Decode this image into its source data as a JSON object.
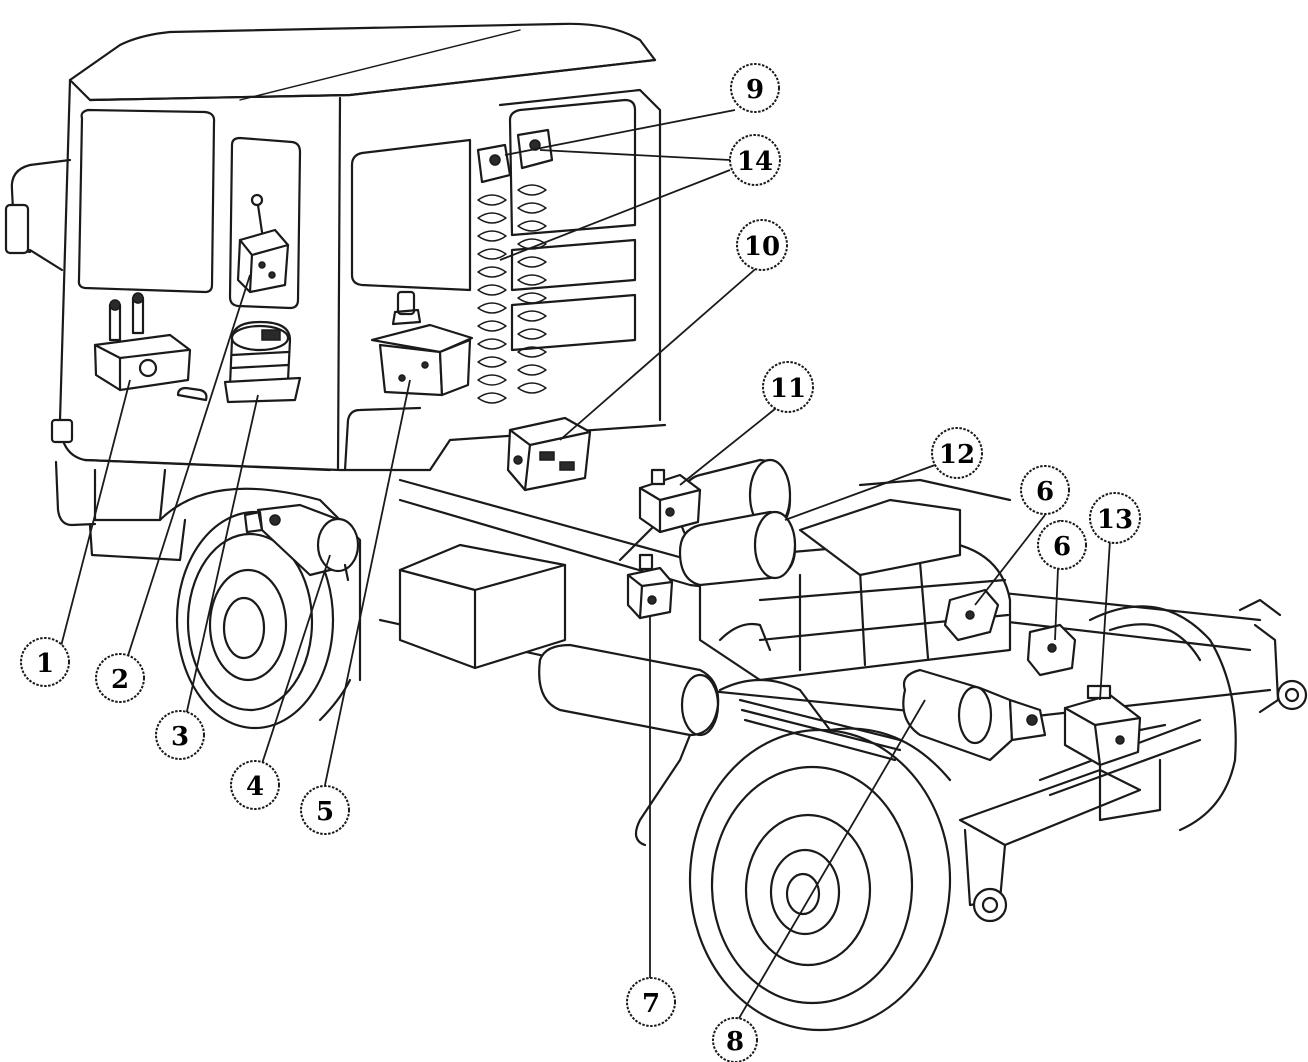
{
  "diagram": {
    "callouts": [
      {
        "id": "c1",
        "label": "1"
      },
      {
        "id": "c2",
        "label": "2"
      },
      {
        "id": "c3",
        "label": "3"
      },
      {
        "id": "c4",
        "label": "4"
      },
      {
        "id": "c5",
        "label": "5"
      },
      {
        "id": "c6",
        "label": "6"
      },
      {
        "id": "c6b",
        "label": "6"
      },
      {
        "id": "c7",
        "label": "7"
      },
      {
        "id": "c8",
        "label": "8"
      },
      {
        "id": "c9",
        "label": "9"
      },
      {
        "id": "c10",
        "label": "10"
      },
      {
        "id": "c11",
        "label": "11"
      },
      {
        "id": "c12",
        "label": "12"
      },
      {
        "id": "c13",
        "label": "13"
      },
      {
        "id": "c14",
        "label": "14"
      }
    ]
  }
}
